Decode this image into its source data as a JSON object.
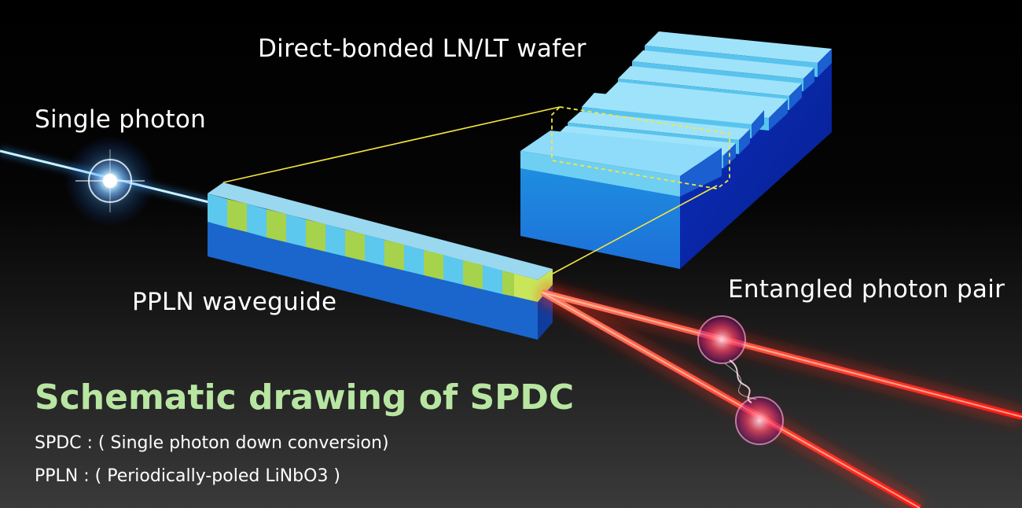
{
  "labels": {
    "wafer": "Direct-bonded LN/LT wafer",
    "single_photon": "Single photon",
    "waveguide": "PPLN waveguide",
    "entangled": "Entangled photon pair"
  },
  "title": "Schematic drawing of SPDC",
  "notes": {
    "spdc": "SPDC : ( Single photon down conversion)",
    "ppln": "PPLN : ( Periodically-poled LiNbO3 )"
  },
  "colors": {
    "title": "#b8e6a2",
    "label": "#ffffff",
    "waveguide_blue": "#5cc8ee",
    "waveguide_green": "#a6d24c",
    "wafer_light": "#7fd6f6",
    "wafer_dark": "#0b2aa8",
    "laser_red": "#ff2a1a",
    "input_beam": "#bff0ff",
    "callout_yellow": "#ffe63a"
  }
}
